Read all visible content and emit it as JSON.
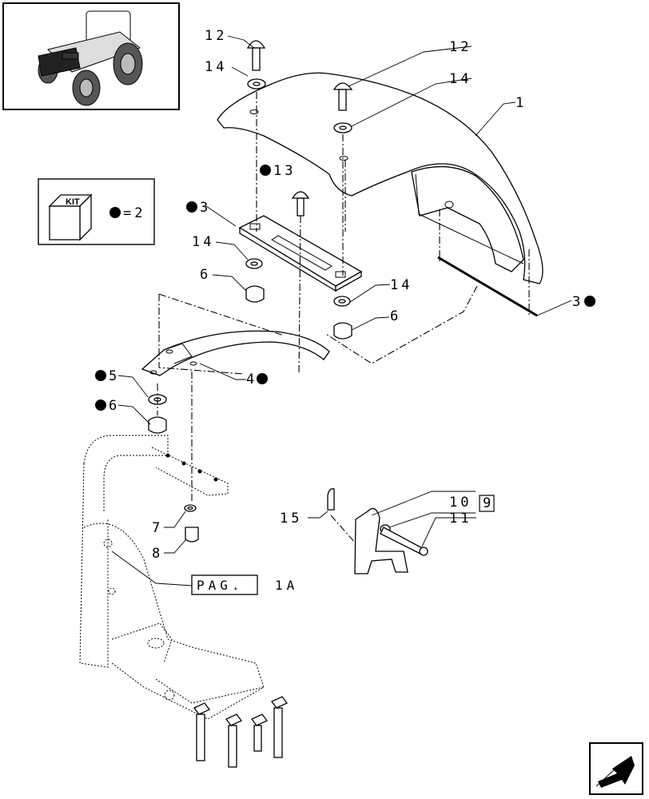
{
  "kit_legend": {
    "kit_label": "KIT",
    "equals_text": "=2"
  },
  "page_reference": {
    "label": "PAG.",
    "page": "1A"
  },
  "callouts": {
    "c1": "1",
    "c3_top": "3",
    "c3_right": "3",
    "c4": "4",
    "c5": "5",
    "c6_left": "6",
    "c6_mid": "6",
    "c6_right": "6",
    "c7": "7",
    "c8": "8",
    "c9": "9",
    "c10": "10",
    "c11": "11",
    "c12_left": "12",
    "c12_right": "12",
    "c13": "13",
    "c14_a": "14",
    "c14_b": "14",
    "c14_c": "14",
    "c14_d": "14",
    "c15": "15"
  },
  "icons": [
    "tractor-thumbnail",
    "kit-box-icon",
    "kit-dot-icon",
    "next-page-arrow-icon"
  ]
}
